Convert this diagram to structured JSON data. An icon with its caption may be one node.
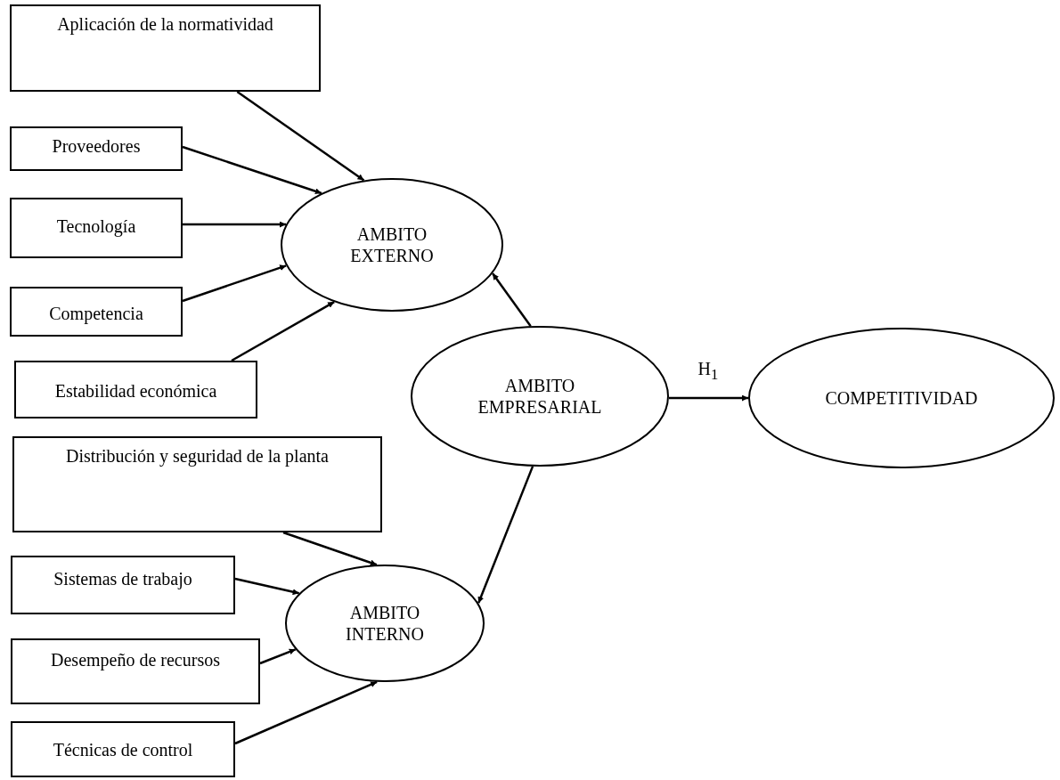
{
  "diagram": {
    "nodes": [
      {
        "text": [
          "Aplicación de la normatividad"
        ]
      },
      {
        "text": [
          "Proveedores"
        ]
      },
      {
        "text": [
          "Tecnología"
        ]
      },
      {
        "text": [
          "Competencia"
        ]
      },
      {
        "text": [
          "Estabilidad económica"
        ]
      },
      {
        "text": [
          "AMBITO EXTERNO"
        ]
      },
      {
        "text": [
          "AMBITO EMPRESARIAL"
        ]
      },
      {
        "text": [
          "COMPETITIVIDAD"
        ]
      },
      {
        "text": [
          "Distribución y seguridad de la planta"
        ]
      },
      {
        "text": [
          "Sistemas de trabajo"
        ]
      },
      {
        "text": [
          "AMBITO INTERNO"
        ]
      },
      {
        "text": [
          "Desempeño de recursos"
        ]
      },
      {
        "text": [
          "Técnicas de control"
        ]
      }
    ],
    "edges": [
      {
        "from": 0,
        "to": 5,
        "arrow": "to"
      },
      {
        "from": 1,
        "to": 5,
        "arrow": "to"
      },
      {
        "from": 2,
        "to": 5,
        "arrow": "to"
      },
      {
        "from": 3,
        "to": 5,
        "arrow": "to"
      },
      {
        "from": 4,
        "to": 5,
        "arrow": "to"
      },
      {
        "from": 6,
        "to": 5,
        "arrow": "to"
      },
      {
        "from": 6,
        "to": 10,
        "arrow": "to"
      },
      {
        "from": 6,
        "to": 7,
        "arrow": "to",
        "label": "H$_{1}$"
      },
      {
        "from": 8,
        "to": 10,
        "arrow": "to"
      },
      {
        "from": 9,
        "to": 10,
        "arrow": "to"
      },
      {
        "from": 11,
        "to": 10,
        "arrow": "to"
      },
      {
        "from": 12,
        "to": 10,
        "arrow": "to"
      }
    ]
  }
}
